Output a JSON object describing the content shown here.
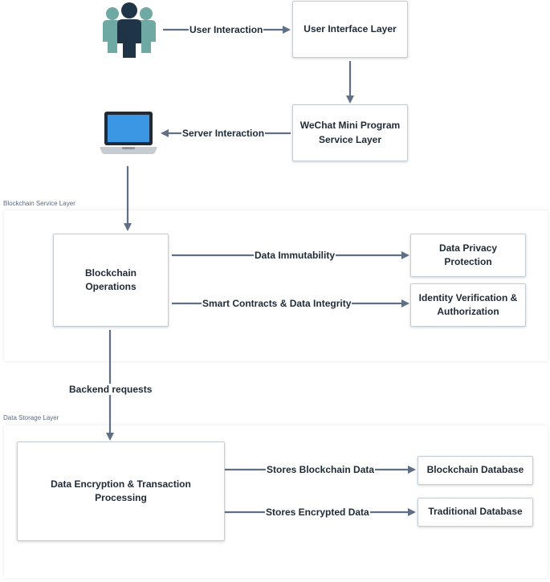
{
  "layers": {
    "blockchain": "Blockchain Service Layer",
    "storage": "Data Storage Layer"
  },
  "nodes": {
    "user_interface": "User Interface Layer",
    "wechat": "WeChat Mini Program\nService Layer",
    "blockchain_ops": "Blockchain\nOperations",
    "data_privacy": "Data Privacy\nProtection",
    "identity": "Identity Verification &\nAuthorization",
    "encryption": "Data Encryption & Transaction\nProcessing",
    "blockchain_db": "Blockchain Database",
    "traditional_db": "Traditional Database"
  },
  "edges": {
    "user_interaction": "User Interaction",
    "server_interaction": "Server Interaction",
    "data_immutability": "Data Immutability",
    "smart_contracts": "Smart Contracts & Data Integrity",
    "backend_requests": "Backend requests",
    "stores_blockchain": "Stores Blockchain Data",
    "stores_encrypted": "Stores Encrypted Data"
  },
  "icons": {
    "users": "users-group-icon",
    "laptop": "laptop-icon"
  },
  "colors": {
    "arrow": "#5f6f86",
    "user_light": "#6fa9a4",
    "user_dark": "#1f3447",
    "screen": "#3b97e3"
  }
}
